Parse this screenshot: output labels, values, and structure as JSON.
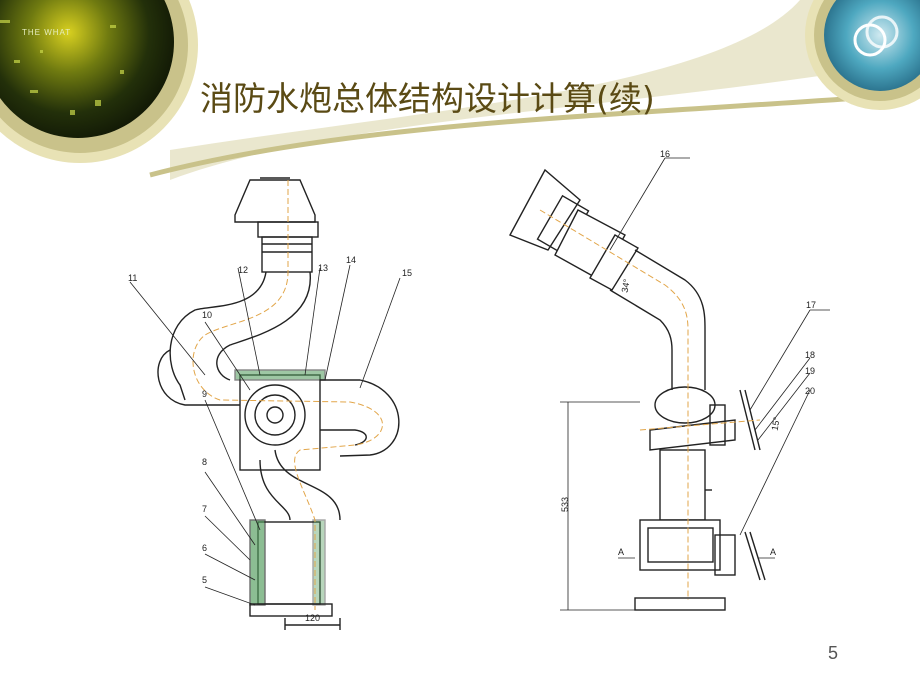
{
  "slide": {
    "title": "消防水炮总体结构设计计算(续)",
    "page_number": "5",
    "banner_text": "THE WHAT"
  },
  "left_drawing": {
    "callouts": [
      "11",
      "12",
      "13",
      "14",
      "15",
      "10",
      "9",
      "8",
      "7",
      "6",
      "5"
    ],
    "dimension": "120"
  },
  "right_drawing": {
    "callouts": [
      "16",
      "17",
      "18",
      "19",
      "20"
    ],
    "angle_a": "34°",
    "angle_b": "15°",
    "height": "533",
    "section_left": "A",
    "section_right": "A"
  },
  "colors": {
    "header_olive": "#c9c28a",
    "title": "#5a4a14",
    "housing_green": "#4f9a5a",
    "centerline_orange": "#e2a64a",
    "line": "#222222"
  }
}
